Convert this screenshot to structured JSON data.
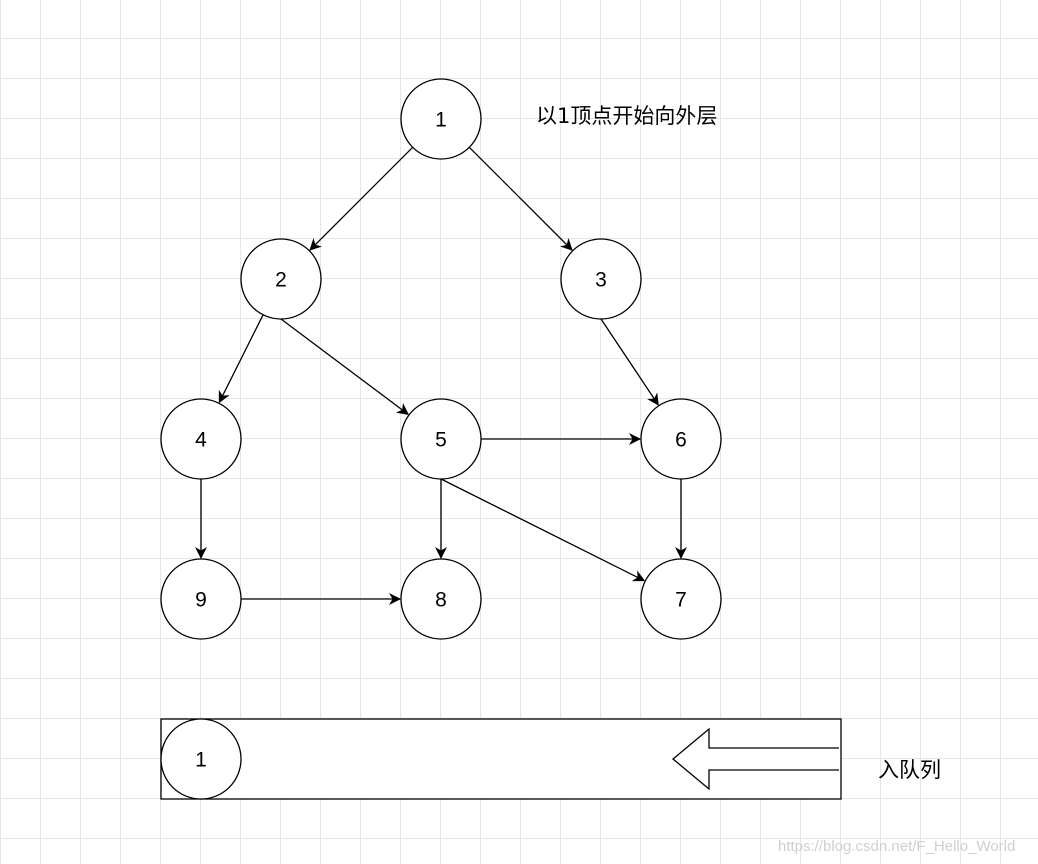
{
  "diagram": {
    "nodes": [
      {
        "id": "1",
        "label": "1"
      },
      {
        "id": "2",
        "label": "2"
      },
      {
        "id": "3",
        "label": "3"
      },
      {
        "id": "4",
        "label": "4"
      },
      {
        "id": "5",
        "label": "5"
      },
      {
        "id": "6",
        "label": "6"
      },
      {
        "id": "7",
        "label": "7"
      },
      {
        "id": "8",
        "label": "8"
      },
      {
        "id": "9",
        "label": "9"
      }
    ],
    "edges": [
      {
        "from": "1",
        "to": "2"
      },
      {
        "from": "1",
        "to": "3"
      },
      {
        "from": "2",
        "to": "4"
      },
      {
        "from": "2",
        "to": "5"
      },
      {
        "from": "3",
        "to": "6"
      },
      {
        "from": "4",
        "to": "9"
      },
      {
        "from": "5",
        "to": "6"
      },
      {
        "from": "5",
        "to": "8"
      },
      {
        "from": "5",
        "to": "7"
      },
      {
        "from": "6",
        "to": "7"
      },
      {
        "from": "9",
        "to": "8"
      }
    ],
    "traversal_note": "以1顶点开始向外层"
  },
  "queue": {
    "items": [
      "1"
    ],
    "enqueue_label": "入队列"
  },
  "watermark": "https://blog.csdn.net/F_Hello_World"
}
